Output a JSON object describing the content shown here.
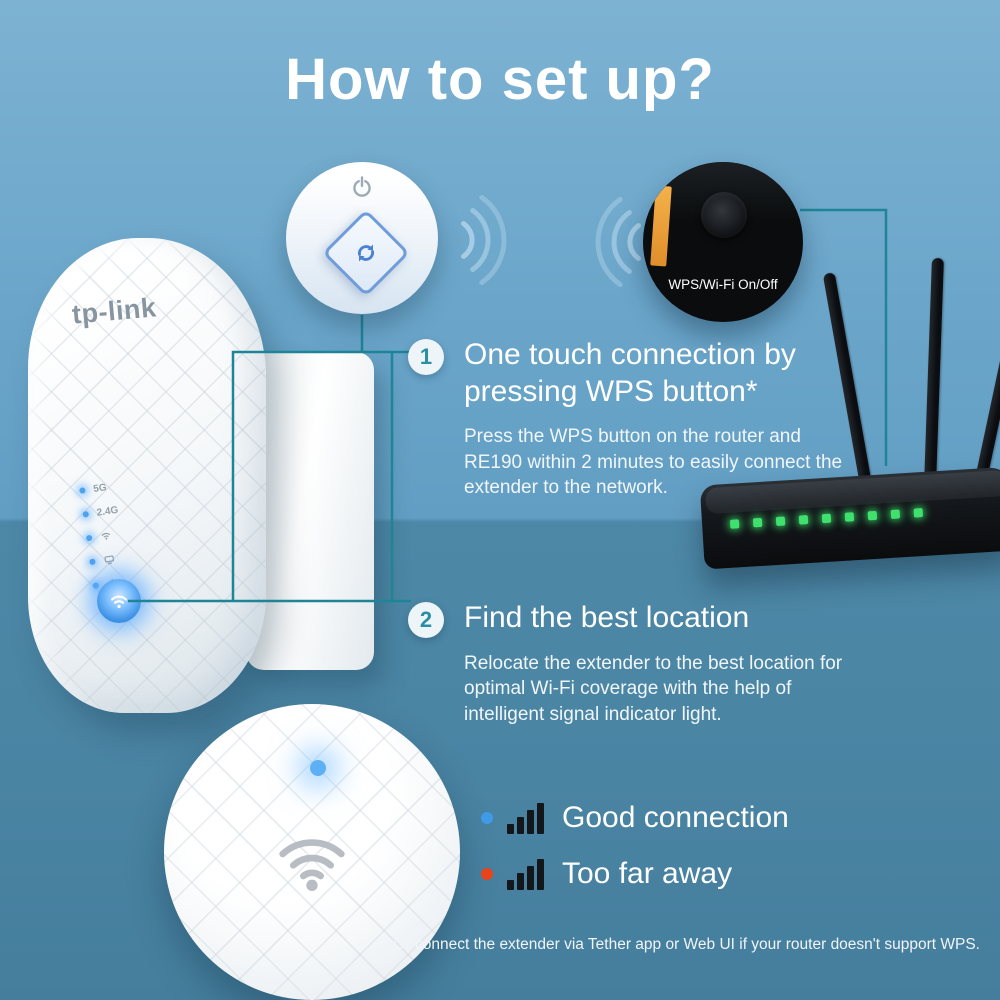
{
  "title": "How to set up?",
  "device": {
    "brand": "tp-link",
    "led_labels": [
      "5G",
      "2.4G"
    ]
  },
  "router_callout": {
    "button_label": "WPS/Wi-Fi On/Off"
  },
  "steps": [
    {
      "number": "1",
      "heading": "One touch connection by pressing WPS button*",
      "body": "Press the WPS button on the router and RE190 within 2 minutes to easily connect the extender to the network."
    },
    {
      "number": "2",
      "heading": "Find the best location",
      "body": "Relocate the extender to the best location for optimal Wi-Fi coverage with the help of intelligent signal indicator light."
    }
  ],
  "legend": [
    {
      "label": "Good connection",
      "dot_color": "#3f9be8"
    },
    {
      "label": "Too far away",
      "dot_color": "#e8441c"
    }
  ],
  "footnote": "*Or connect the extender via Tether app or Web UI if your router doesn't support WPS.",
  "colors": {
    "background_top": "#6ba6ca",
    "background_bottom": "#4d88a7",
    "callout_line": "#1e8496",
    "accent_blue": "#3f9be8",
    "accent_red": "#e8441c",
    "router_led_green": "#3fe06e"
  }
}
